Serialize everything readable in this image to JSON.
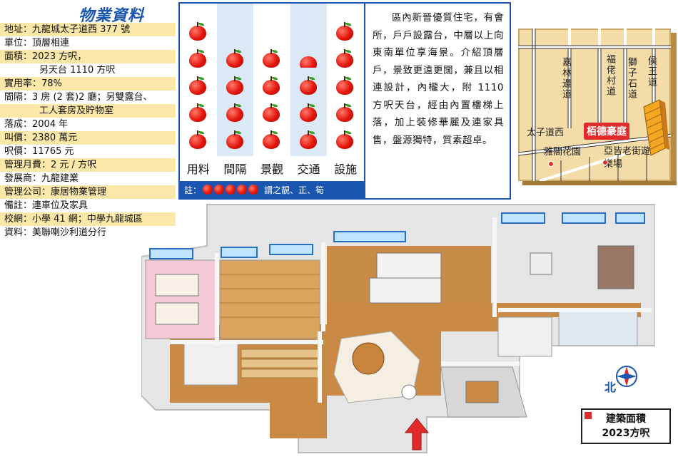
{
  "info": {
    "title": "物業資料",
    "rows": [
      {
        "key": "地址：",
        "value": "九龍城太子道西 377 號"
      },
      {
        "key": "單位：",
        "value": "頂層相連"
      },
      {
        "key": "面積：",
        "value": "2023 方呎，"
      },
      {
        "key": "",
        "value": "另天台 1110 方呎"
      },
      {
        "key": "實用率：",
        "value": "78%"
      },
      {
        "key": "間隔：",
        "value": "3 房 (2 套)2 廳；另雙露台、"
      },
      {
        "key": "",
        "value": "工人套房及貯物室"
      },
      {
        "key": "落成：",
        "value": "2004 年"
      },
      {
        "key": "叫價：",
        "value": "2380 萬元"
      },
      {
        "key": "呎價：",
        "value": "11765 元"
      },
      {
        "key": "管理月費：",
        "value": "2 元 / 方呎"
      },
      {
        "key": "發展商：",
        "value": "九龍建業"
      },
      {
        "key": "管理公司：",
        "value": "康居物業管理"
      },
      {
        "key": "備註：",
        "value": "連車位及家具"
      },
      {
        "key": "校網：",
        "value": "小學 41 網；中學九龍城區"
      },
      {
        "key": "資料：",
        "value": "美聯喇沙利道分行"
      }
    ]
  },
  "rating": {
    "categories": [
      "用料",
      "間隔",
      "景觀",
      "交通",
      "設施"
    ],
    "scores": [
      5,
      4,
      4,
      3.5,
      5
    ],
    "note_text": "謂之靚、正、筍",
    "note_prefix": "註：",
    "apple_color": "#e3150c"
  },
  "description": "區內新晉優質住宅，有會所，戶戶設露台，中層以上向東南單位享海景。介紹頂層戶，景致更遠更闊，兼且以相連設計，內櫳大，附 1110 方呎天台，經由內置樓梯上落，加上裝修華麗及連家具售，盤源獨特，質素超卓。",
  "map": {
    "roads": {
      "jialin": "嘉林邊道",
      "fulao": "福佬村道",
      "shizishi": "獅子石道",
      "houwang": "侯王道",
      "taizi": "太子道西"
    },
    "estate": "栢德豪庭",
    "places": {
      "yage": "雅閣花園",
      "yajie": "亞皆老街遊樂場"
    }
  },
  "plan": {
    "north": "北",
    "area_line1": "建築面積",
    "area_line2": "2023方呎"
  },
  "colors": {
    "accent": "#1a56b0",
    "highlight": "#fbe7a8",
    "red": "#e12a2a"
  }
}
